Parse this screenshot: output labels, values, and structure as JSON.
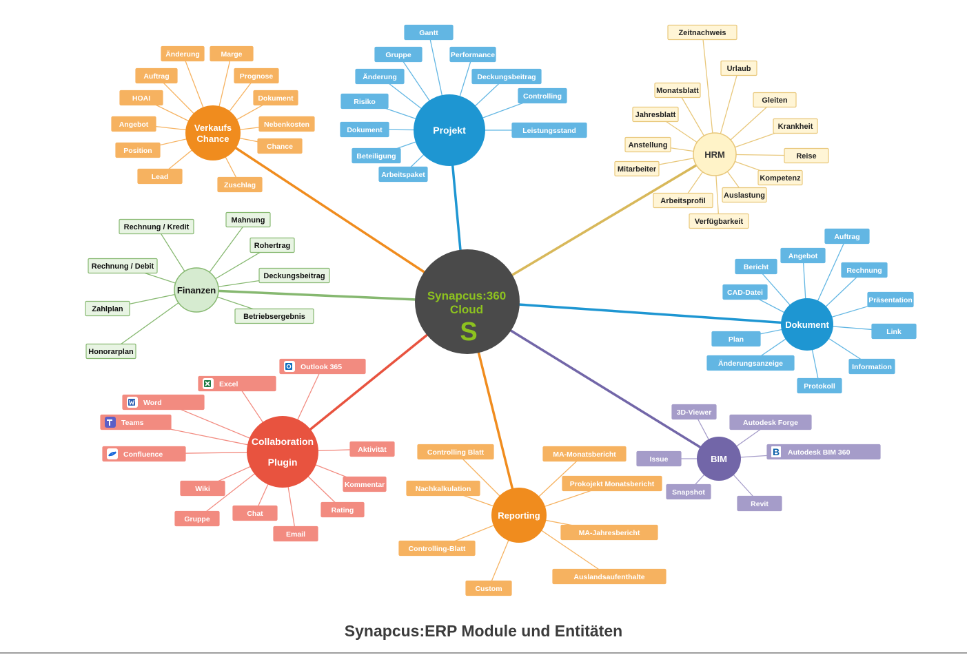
{
  "caption": "Synapcus:ERP Module und Entitäten",
  "center": {
    "line1": "Synapcus:360",
    "line2": "Cloud",
    "logo": "S",
    "fill": "#4a4a4a",
    "text_color": "#8dc21f",
    "logo_color": "#8dc21f"
  },
  "clusters": {
    "verkauf": {
      "label_lines": [
        "Verkaufs",
        "Chance"
      ],
      "fill": "#f08c1e",
      "text_color": "#ffffff",
      "edge": "#f08c1e",
      "leaf_fill": "#f6b260",
      "leaf_stroke": "#f6b260",
      "leaf_text": "#ffffff",
      "leaf_line": "#f6b260",
      "leaves": [
        "Änderung",
        "Marge",
        "Auftrag",
        "Prognose",
        "HOAI",
        "Dokument",
        "Angebot",
        "Nebenkosten",
        "Position",
        "Chance",
        "Lead",
        "Zuschlag"
      ]
    },
    "projekt": {
      "label_lines": [
        "Projekt"
      ],
      "fill": "#1e96d2",
      "text_color": "#ffffff",
      "edge": "#1e96d2",
      "leaf_fill": "#62b6e3",
      "leaf_stroke": "#62b6e3",
      "leaf_text": "#ffffff",
      "leaf_line": "#62b6e3",
      "leaves": [
        "Gantt",
        "Gruppe",
        "Performance",
        "Änderung",
        "Deckungsbeitrag",
        "Risiko",
        "Controlling",
        "Dokument",
        "Leistungsstand",
        "Beteiligung",
        "Arbeitspaket"
      ]
    },
    "hrm": {
      "label_lines": [
        "HRM"
      ],
      "fill": "#fff3c8",
      "text_color": "#333333",
      "edge": "#d8b85a",
      "leaf_fill": "#fff5d6",
      "leaf_stroke": "#e8c77a",
      "leaf_text": "#222222",
      "leaf_line": "#e8c77a",
      "leaves": [
        "Zeitnachweis",
        "Urlaub",
        "Monatsblatt",
        "Gleiten",
        "Jahresblatt",
        "Krankheit",
        "Anstellung",
        "Reise",
        "Mitarbeiter",
        "Kompetenz",
        "Auslastung",
        "Arbeitsprofil",
        "Verfügbarkeit"
      ]
    },
    "finanzen": {
      "label_lines": [
        "Finanzen"
      ],
      "fill": "#d6ebd0",
      "text_color": "#111111",
      "edge": "#86b870",
      "leaf_fill": "#e8f4e3",
      "leaf_stroke": "#86b870",
      "leaf_text": "#111111",
      "leaf_line": "#86b870",
      "leaves": [
        "Rechnung / Kredit",
        "Mahnung",
        "Rohertrag",
        "Rechnung / Debit",
        "Deckungsbeitrag",
        "Zahlplan",
        "Betriebsergebnis",
        "Honorarplan"
      ]
    },
    "dokument": {
      "label_lines": [
        "Dokument"
      ],
      "fill": "#1e96d2",
      "text_color": "#ffffff",
      "edge": "#1e96d2",
      "leaf_fill": "#62b6e3",
      "leaf_stroke": "#62b6e3",
      "leaf_text": "#ffffff",
      "leaf_line": "#62b6e3",
      "leaves": [
        "Auftrag",
        "Angebot",
        "Bericht",
        "Rechnung",
        "CAD-Datei",
        "Präsentation",
        "Link",
        "Plan",
        "Änderungsanzeige",
        "Information",
        "Protokoll"
      ]
    },
    "collab": {
      "label_lines": [
        "Collaboration",
        "Plugin"
      ],
      "fill": "#e8533f",
      "text_color": "#ffffff",
      "edge": "#e8533f",
      "leaf_fill": "#f28b80",
      "leaf_stroke": "#f28b80",
      "leaf_text": "#ffffff",
      "leaf_line": "#f28b80",
      "leaves": [
        "Outlook 365",
        "Excel",
        "Word",
        "Teams",
        "Confluence",
        "Aktivität",
        "Kommentar",
        "Wiki",
        "Rating",
        "Gruppe",
        "Chat",
        "Email"
      ]
    },
    "reporting": {
      "label_lines": [
        "Reporting"
      ],
      "fill": "#f08c1e",
      "text_color": "#ffffff",
      "edge": "#f08c1e",
      "leaf_fill": "#f6b260",
      "leaf_stroke": "#f6b260",
      "leaf_text": "#ffffff",
      "leaf_line": "#f6b260",
      "leaves": [
        "Controlling Blatt",
        "MA-Monatsbericht",
        "Nachkalkulation",
        "Prokojekt Monatsbericht",
        "MA-Jahresbericht",
        "Controlling-Blatt",
        "Auslandsaufenthalte",
        "Custom"
      ]
    },
    "bim": {
      "label_lines": [
        "BIM"
      ],
      "fill": "#7266a8",
      "text_color": "#ffffff",
      "edge": "#7266a8",
      "leaf_fill": "#a59cc9",
      "leaf_stroke": "#a59cc9",
      "leaf_text": "#ffffff",
      "leaf_line": "#a59cc9",
      "leaves": [
        "3D-Viewer",
        "Autodesk Forge",
        "Issue",
        "Autodesk BIM 360",
        "Snapshot",
        "Revit"
      ]
    }
  }
}
